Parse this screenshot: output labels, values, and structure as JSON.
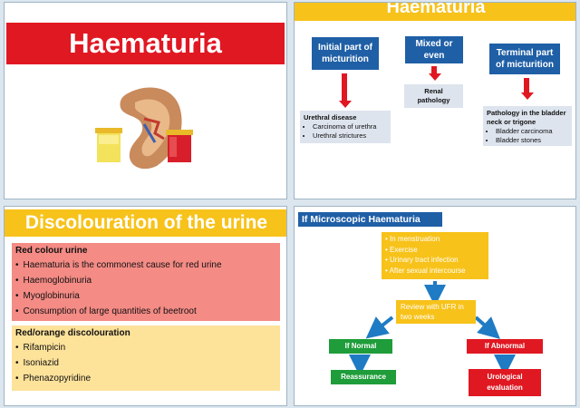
{
  "slide1": {
    "title": "Haematuria"
  },
  "slide2": {
    "title": "Haematuria",
    "col1": {
      "label": "Initial part of micturition",
      "detail_head": "Urethral disease",
      "items": [
        "Carcinoma of urethra",
        "Urethral strictures"
      ]
    },
    "col2": {
      "label": "Mixed or even",
      "detail_head": "Renal pathology"
    },
    "col3": {
      "label": "Terminal part of micturition",
      "detail_head": "Pathology in the bladder neck or trigone",
      "items": [
        "Bladder carcinoma",
        "Bladder stones"
      ]
    }
  },
  "slide3": {
    "title": "Discolouration of the urine",
    "red": {
      "head": "Red colour urine",
      "items": [
        "Haematuria is the commonest cause for red urine",
        "Haemoglobinuria",
        "Myoglobinuria",
        "Consumption of large quantities of beetroot"
      ]
    },
    "orange": {
      "head": "Red/orange discolouration",
      "items": [
        "Rifampicin",
        "Isoniazid",
        "Phenazopyridine"
      ]
    }
  },
  "slide4": {
    "title": "If Microscopic Haematuria",
    "conditions": [
      "In menstruation",
      "Exercise",
      "Urinary tract infection",
      "After sexual intercourse"
    ],
    "review": "Review with UFR in two weeks",
    "normal": "If Normal",
    "abnormal": "If Abnormal",
    "reassurance": "Reassurance",
    "urological": "Urological evaluation"
  },
  "colors": {
    "red": "#e01822",
    "yellow": "#f7c21a",
    "blue": "#1f5fa6",
    "green": "#1e9d3a"
  }
}
